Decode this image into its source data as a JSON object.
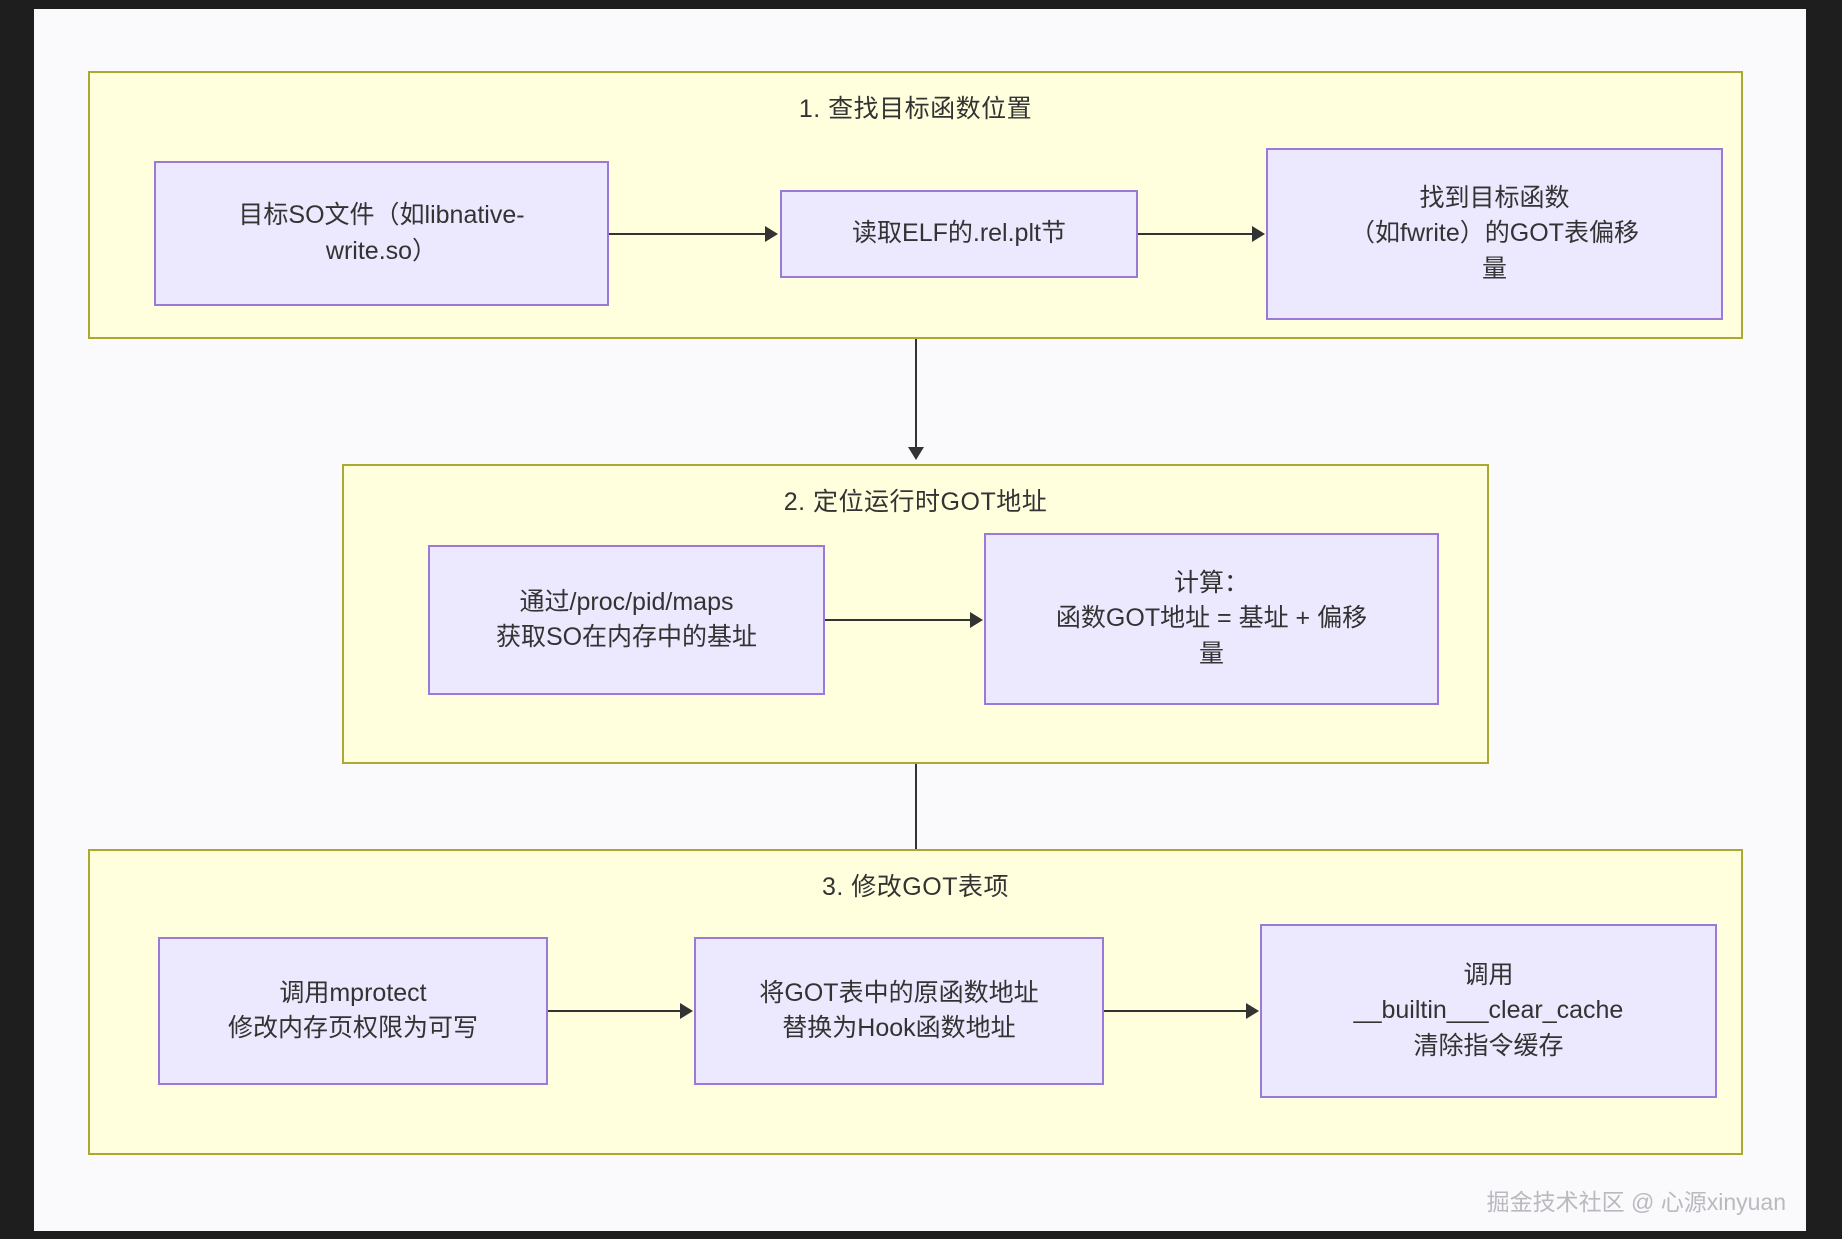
{
  "diagram": {
    "title_hint": "GOT Hook flow",
    "colors": {
      "subgraph_fill": "#ffffde",
      "subgraph_border": "#aaaa33",
      "node_fill": "#ece8fd",
      "node_border": "#9a79d8",
      "edge": "#333333",
      "canvas": "#fafafc",
      "frame": "#1e1e1e",
      "text": "#333333",
      "watermark": "#b9b9c0"
    },
    "sections": [
      {
        "id": "section-1",
        "title": "1. 查找目标函数位置",
        "nodes": [
          {
            "id": "node-target-so",
            "lines": [
              "目标SO文件（如libnative-",
              "write.so）"
            ]
          },
          {
            "id": "node-read-relplt",
            "lines": [
              "读取ELF的.rel.plt节"
            ]
          },
          {
            "id": "node-got-offset",
            "lines": [
              "找到目标函数",
              "（如fwrite）的GOT表偏移",
              "量"
            ]
          }
        ]
      },
      {
        "id": "section-2",
        "title": "2. 定位运行时GOT地址",
        "nodes": [
          {
            "id": "node-proc-maps",
            "lines": [
              "通过/proc/pid/maps",
              "获取SO在内存中的基址"
            ]
          },
          {
            "id": "node-calc-addr",
            "lines": [
              "计算：",
              "函数GOT地址 = 基址 + 偏移",
              "量"
            ]
          }
        ]
      },
      {
        "id": "section-3",
        "title": "3. 修改GOT表项",
        "nodes": [
          {
            "id": "node-mprotect",
            "lines": [
              "调用mprotect",
              "修改内存页权限为可写"
            ]
          },
          {
            "id": "node-replace-addr",
            "lines": [
              "将GOT表中的原函数地址",
              "替换为Hook函数地址"
            ]
          },
          {
            "id": "node-clear-cache",
            "lines": [
              "调用",
              "__builtin___clear_cache",
              "清除指令缓存"
            ]
          }
        ]
      }
    ]
  },
  "watermark": {
    "text": "掘金技术社区 @ 心源xinyuan"
  }
}
